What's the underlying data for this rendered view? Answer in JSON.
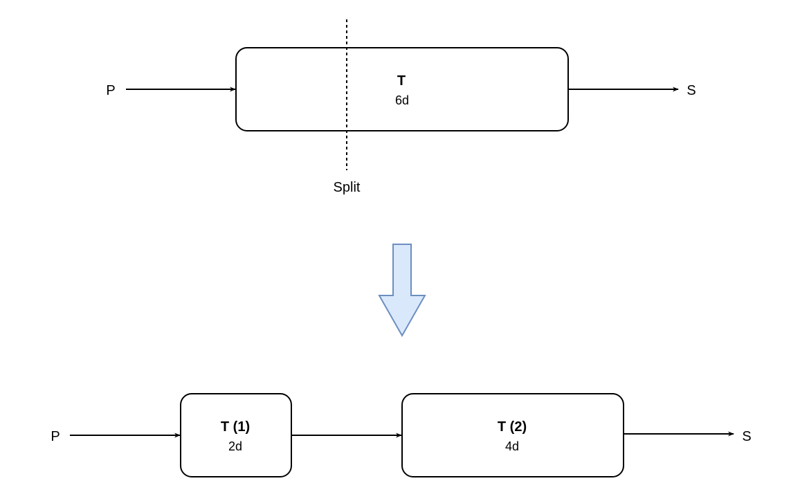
{
  "before": {
    "start_label": "P",
    "end_label": "S",
    "task": {
      "title": "T",
      "duration": "6d"
    },
    "split_label": "Split"
  },
  "after": {
    "start_label": "P",
    "end_label": "S",
    "task_1": {
      "title": "T (1)",
      "duration": "2d"
    },
    "task_2": {
      "title": "T (2)",
      "duration": "4d"
    }
  },
  "colors": {
    "transform_arrow_fill": "#dae8fc",
    "transform_arrow_stroke": "#6c8ebf",
    "line": "#000000"
  }
}
